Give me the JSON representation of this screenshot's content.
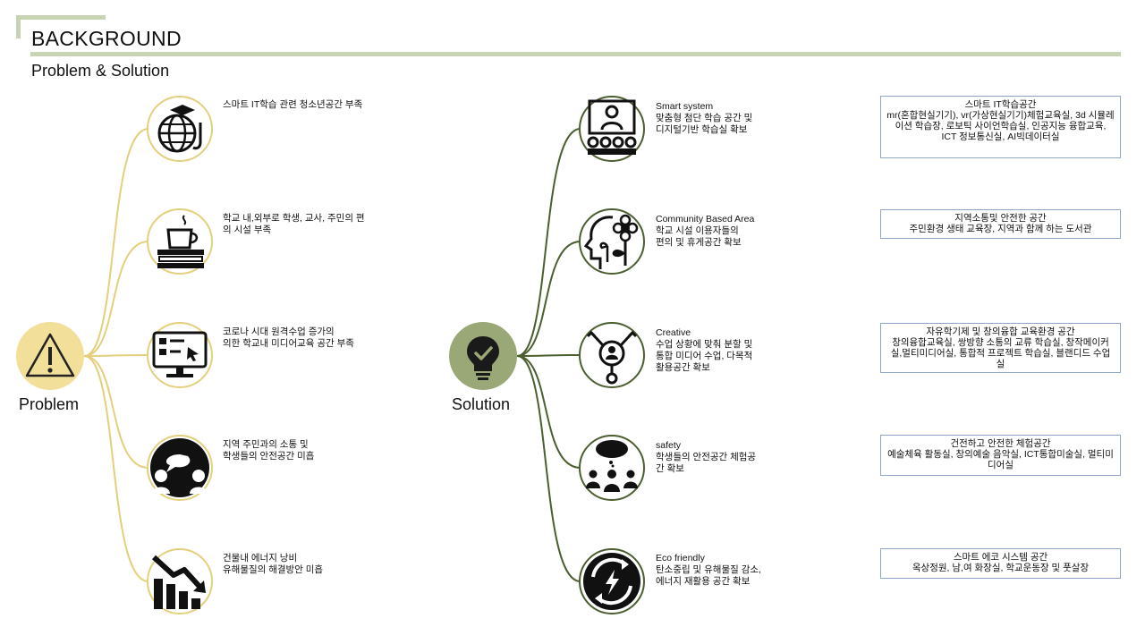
{
  "header": {
    "title": "BACKGROUND",
    "subtitle": "Problem & Solution"
  },
  "problem": {
    "label": "Problem",
    "items": [
      {
        "icon": "globe-graduation-icon",
        "text": "스마트 IT학습 관련 청소년공간 부족"
      },
      {
        "icon": "coffee-books-icon",
        "text": "학교 내,외부로 학생, 교사, 주민의 편\n의 시설 부족"
      },
      {
        "icon": "monitor-presentation-icon",
        "text": "코로나 시대 원격수업 증가의\n의한 학교내 미디어교육 공간 부족"
      },
      {
        "icon": "community-people-icon",
        "text": "지역 주민과의 소통 및\n학생들의 안전공간 미흡"
      },
      {
        "icon": "declining-building-icon",
        "text": "건물내 에너지 낭비\n유해물질의 해결방안 미흡"
      }
    ]
  },
  "solution": {
    "label": "Solution",
    "items": [
      {
        "icon": "classroom-presenter-icon",
        "text": "Smart system\n맞춤형 첨단 학습 공간 및\n디지털기반 학습실 확보",
        "box_title": "스마트 IT학습공간",
        "box_text": "mr(혼합현실기기), vr(가상현실기기)체험교육실, 3d 시뮬레이션 학습장, 로보틱 사이언학습실, 인공지능 융합교육, ICT 정보통신실, AI빅데이터실"
      },
      {
        "icon": "head-flower-icon",
        "text": "Community Based Area\n학교 시설 이용자들의\n편의 및 휴게공간 확보",
        "box_title": "지역소통및 안전한 공간",
        "box_text": "주민환경 생태 교육장, 지역과 함께 하는 도서관"
      },
      {
        "icon": "network-person-icon",
        "text": "Creative\n수업 상황에 맞춰 분할 및\n통합 미디어 수업, 다목적\n활용공간 확보",
        "box_title": "자유학기제 및 창의융합 교육환경 공간",
        "box_text": "창의융합교육실, 쌍방향 소통의 교류 학습실, 창작메이커실,멀티미디어실, 통합적 프로젝트 학습실, 블랜디드 수업실"
      },
      {
        "icon": "group-discussion-icon",
        "text": "safety\n학생들의 안전공간 체험공\n간 확보",
        "box_title": "건전하고 안전한 체험공간",
        "box_text": "예술체육 활동실, 창의예술 음악실, ICT통합미술실, 멀티미디어실"
      },
      {
        "icon": "energy-recycle-icon",
        "text": "Eco friendly\n탄소중립 및 유해물질 감소,\n에너지 재활용 공간 확보",
        "box_title": "스마트 에코 시스템 공간",
        "box_text": "옥상정원, 남,여 화장실, 학교운동장 및 풋살장"
      }
    ]
  },
  "colors": {
    "accent": "#c8d3b4",
    "problem": "#e3cf7c",
    "problem_fill": "#f2df9a",
    "solution": "#4b5e2f",
    "solution_fill": "#9aa878",
    "box_border": "#8fa6c8"
  }
}
